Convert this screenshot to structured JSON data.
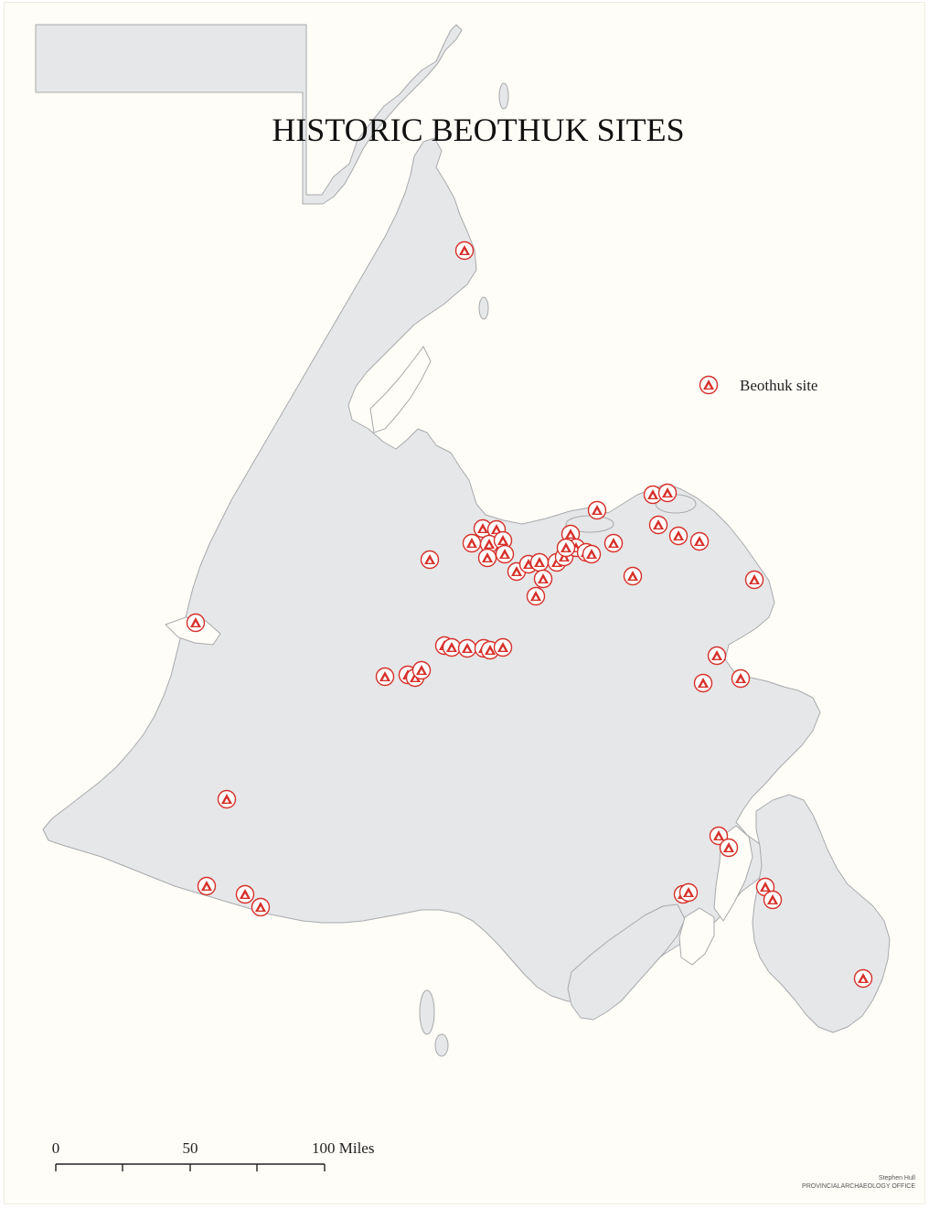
{
  "title": "HISTORIC BEOTHUK SITES",
  "legend": {
    "label": "Beothuk site",
    "symbol_icon": "beothuk-site-icon"
  },
  "scale_bar": {
    "ticks": [
      "0",
      "50",
      "100 Miles"
    ]
  },
  "credit": {
    "author": "Stephen Hull",
    "office": "PROVINCIALARCHAEOLOGY OFFICE"
  },
  "colors": {
    "land": "#e6e7e8",
    "coast": "#a7a9ac",
    "site_symbol": "#d6302a",
    "background": "#fffdf8"
  },
  "site_count": 61
}
